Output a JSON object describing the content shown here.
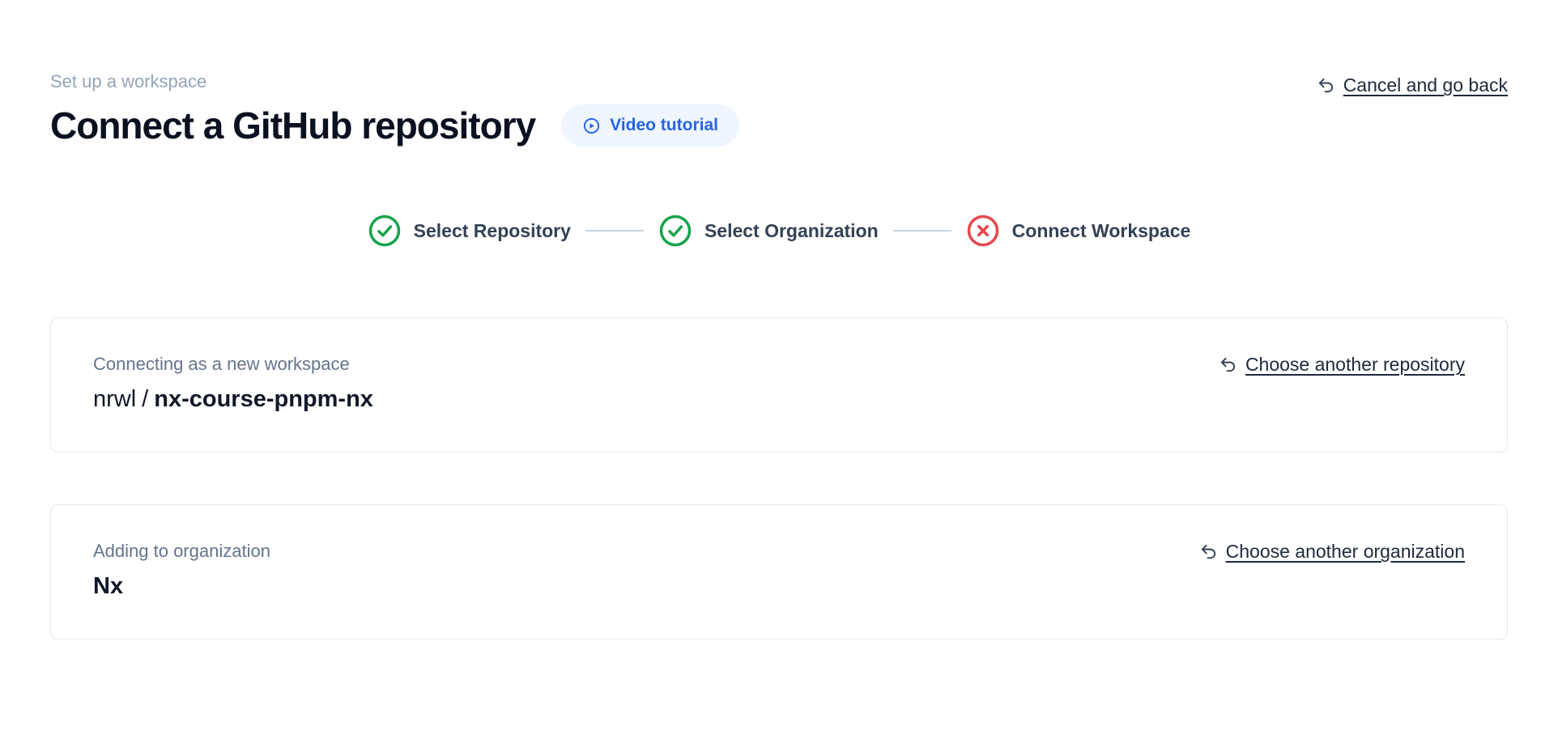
{
  "header": {
    "eyebrow": "Set up a workspace",
    "title": "Connect a GitHub repository",
    "video_tutorial": "Video tutorial",
    "cancel": "Cancel and go back"
  },
  "stepper": {
    "steps": [
      {
        "label": "Select Repository",
        "status": "complete"
      },
      {
        "label": "Select Organization",
        "status": "complete"
      },
      {
        "label": "Connect Workspace",
        "status": "error"
      }
    ]
  },
  "cards": [
    {
      "label": "Connecting as a new workspace",
      "repo_owner": "nrwl",
      "separator": "/",
      "repo_name": "nx-course-pnpm-nx",
      "action": "Choose another repository"
    },
    {
      "label": "Adding to organization",
      "org_name": "Nx",
      "action": "Choose another organization"
    }
  ],
  "colors": {
    "accent_blue": "#2563eb",
    "video_pill_bg": "#eff6ff",
    "success_green": "#16a34a",
    "error_red": "#e5484d",
    "muted_text": "#94a3b8",
    "card_border": "#e2e8f0"
  }
}
